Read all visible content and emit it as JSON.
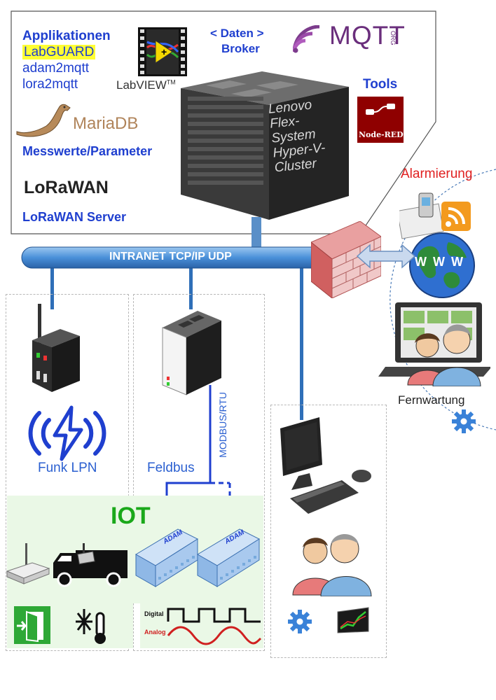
{
  "applications": {
    "title": "Applikationen",
    "items": [
      "LabGUARD",
      "adam2mqtt",
      "lora2mqtt"
    ]
  },
  "labview": {
    "label": "LabVIEW",
    "tm": "TM"
  },
  "broker": {
    "line1": "< Daten >",
    "line2": "Broker"
  },
  "mqtt": {
    "label": "MQTT",
    "suffix": "ORG"
  },
  "tools": {
    "title": "Tools",
    "nodered": "Node-RED"
  },
  "mariadb": {
    "label": "MariaDB",
    "caption": "Messwerte/Parameter"
  },
  "lorawan": {
    "logo": "LoRaWAN",
    "caption": "LoRaWAN Server"
  },
  "server": {
    "lines": [
      "Lenovo",
      "Flex-",
      "System",
      "Hyper-V-",
      "Cluster"
    ]
  },
  "intranet": {
    "label": "INTRANET TCP/IP UDP"
  },
  "internet": {
    "alarm": "Alarmierung",
    "www": "W W W",
    "remote": "Fernwartung"
  },
  "funk": {
    "label": "Funk LPN"
  },
  "feldbus": {
    "label": "Feldbus",
    "modbus": "MODBUS/RTU"
  },
  "iot": {
    "label": "IOT"
  },
  "adam": {
    "brand": "ADAM"
  },
  "signals": {
    "digital": "Digital",
    "analog": "Analog"
  },
  "colors": {
    "accent_blue": "#1f3fcf",
    "bus_blue": "#4a90d9",
    "iot_green": "#1aa81a",
    "alarm_red": "#e02020",
    "iot_zone": "#eaf8e6"
  }
}
